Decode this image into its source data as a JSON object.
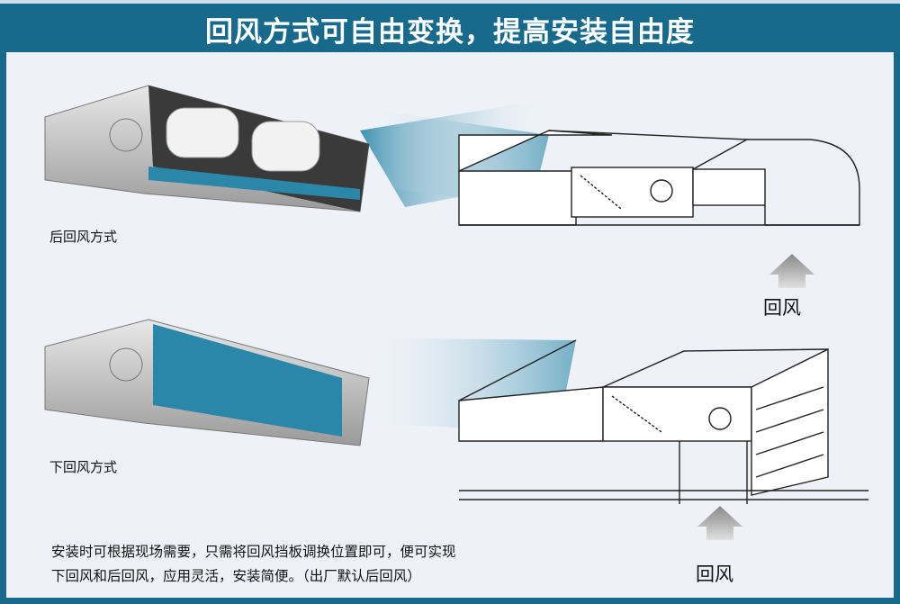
{
  "header": {
    "title": "回风方式可自由变换，提高安装自由度"
  },
  "sections": [
    {
      "label": "后回风方式",
      "airflow_label": "回风"
    },
    {
      "label": "下回风方式",
      "airflow_label": "回风"
    }
  ],
  "note": {
    "line1": "安装时可根据现场需要，只需将回风挡板调换位置即可，便可实现",
    "line2": "下回风和后回风，应用灵活，安装简便。（出厂默认后回风）"
  },
  "colors": {
    "header": "#176a8c",
    "panel": "#2b87a8",
    "background": "#eef2f8"
  }
}
